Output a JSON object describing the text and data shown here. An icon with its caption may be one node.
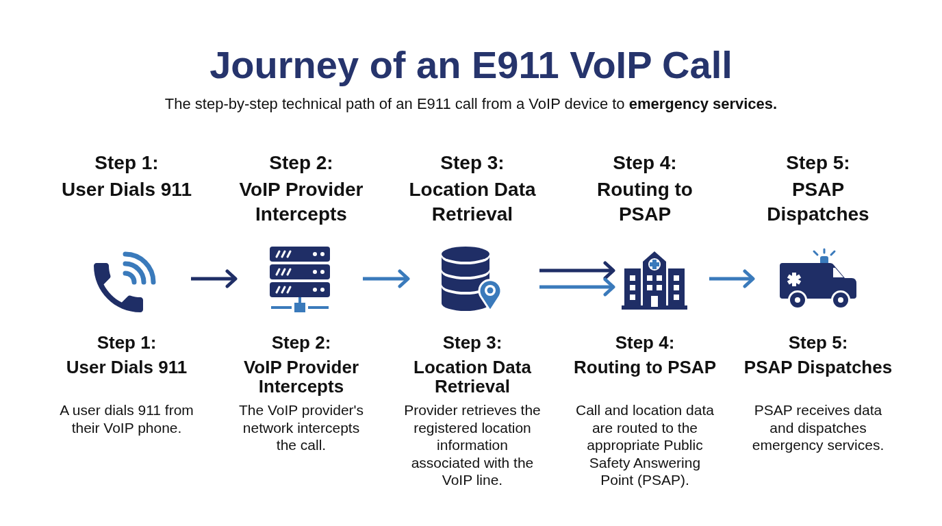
{
  "diagram": {
    "title": "Journey of an E911 VoIP Call",
    "nodes": [
      {
        "text": [],
        "shape": "picture",
        "beside": [
          "Step 1:",
          "User Dials 911",
          "Step 1:",
          "User Dials 911",
          "A user dials 911 from their VoIP phone."
        ]
      },
      {
        "text": [],
        "shape": "picture",
        "beside": [
          "Step 2:",
          "VoIP Provider Intercepts",
          "Step 2:",
          "VoIP Provider Intercepts",
          "The VoIP provider's network intercepts the call."
        ]
      },
      {
        "text": [],
        "shape": "picture",
        "beside": [
          "Step 3:",
          "Location Data Retrieval",
          "Step 3:",
          "Location Data Retrieval",
          "Provider retrieves the registered location information associated with the VoIP line."
        ]
      },
      {
        "text": [],
        "shape": "picture",
        "beside": [
          "Step 4:",
          "Routing to PSAP",
          "Step 4:",
          "Routing to PSAP",
          "Call and location data are routed to the appropriate Public Safety Answering Point (PSAP)."
        ]
      },
      {
        "text": [],
        "shape": "picture",
        "beside": [
          "Step 5:",
          "PSAP Dispatches",
          "Step 5:",
          "PSAP Dispatches",
          "PSAP receives data and dispatches emergency services."
        ]
      }
    ],
    "edges": [
      {
        "from": 0,
        "to": 1,
        "arrow": "to",
        "color": "#1f2e66"
      },
      {
        "from": 1,
        "to": 2,
        "arrow": "to"
      },
      {
        "from": 2,
        "to": 3,
        "arrow": "to",
        "color": "#1f2e66"
      },
      {
        "from": 2,
        "to": 3,
        "arrow": "to"
      },
      {
        "from": 3,
        "to": 4,
        "arrow": "to"
      }
    ],
    "labels": [
      "The step-by-step technical path of an E911 call from a VoIP device to **emergency services.**"
    ]
  }
}
